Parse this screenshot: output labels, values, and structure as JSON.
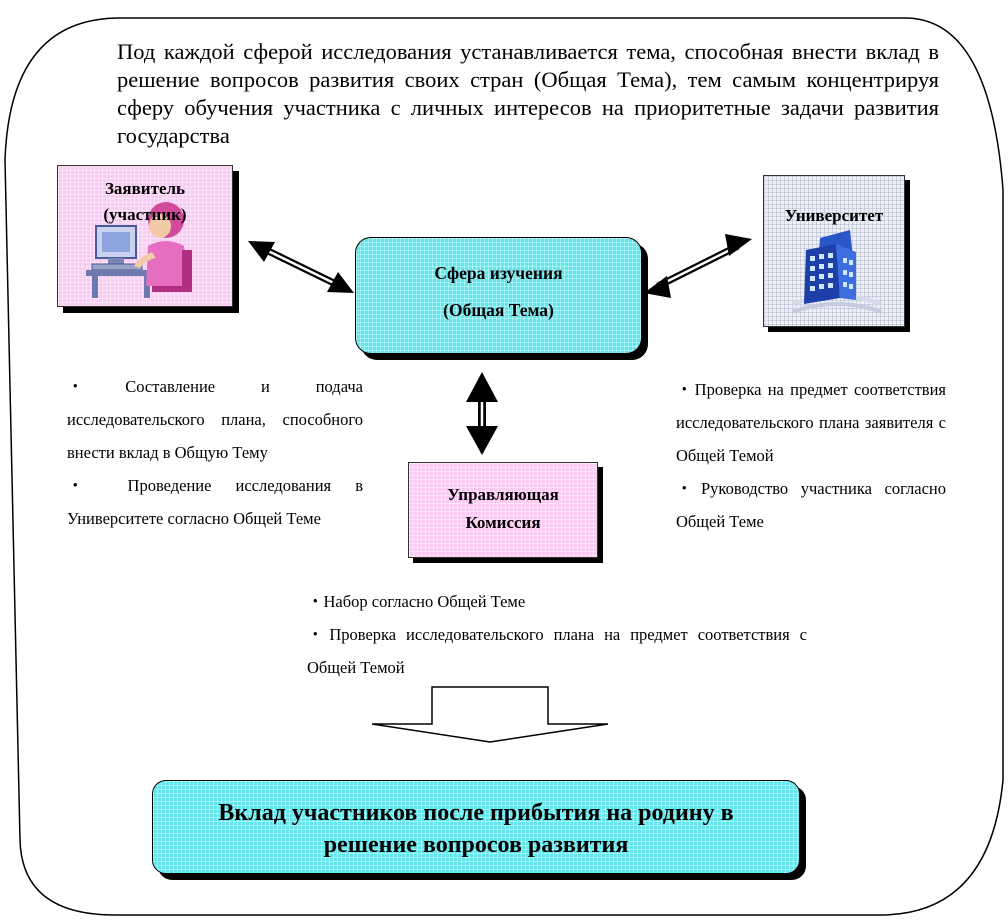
{
  "intro_text": "Под каждой сферой исследования устанавливается тема, способная внести вклад в решение вопросов развития своих стран (Общая Тема), тем самым концентрируя сферу обучения участника с личных интересов на приоритетные задачи развития государства",
  "nodes": {
    "applicant": {
      "line1": "Заявитель",
      "line2": "(участник)"
    },
    "university": {
      "label": "Университет"
    },
    "sphere": {
      "line1": "Сфера изучения",
      "line2": "(Общая Тема)"
    },
    "commission": {
      "line1": "Управляющая",
      "line2": "Комиссия"
    },
    "result": {
      "line1": "Вклад участников после прибытия на родину в",
      "line2": "решение вопросов развития"
    }
  },
  "bullets_applicant": [
    "・Составление и подача исследовательского плана, способного внести вклад в Общую Тему",
    "・ Проведение исследования в Университете согласно Общей Теме"
  ],
  "bullets_university": [
    "・Проверка на предмет соответствия исследовательского плана заявителя с Общей Темой",
    "・Руководство участника согласно Общей Теме"
  ],
  "bullets_commission": [
    "・Набор согласно Общей Теме",
    "・Проверка исследовательского плана на предмет соответствия с Общей Темой"
  ],
  "colors": {
    "pink_box": "#f9c8f3",
    "cyan_box": "#62e6ec",
    "outline": "#000000"
  }
}
